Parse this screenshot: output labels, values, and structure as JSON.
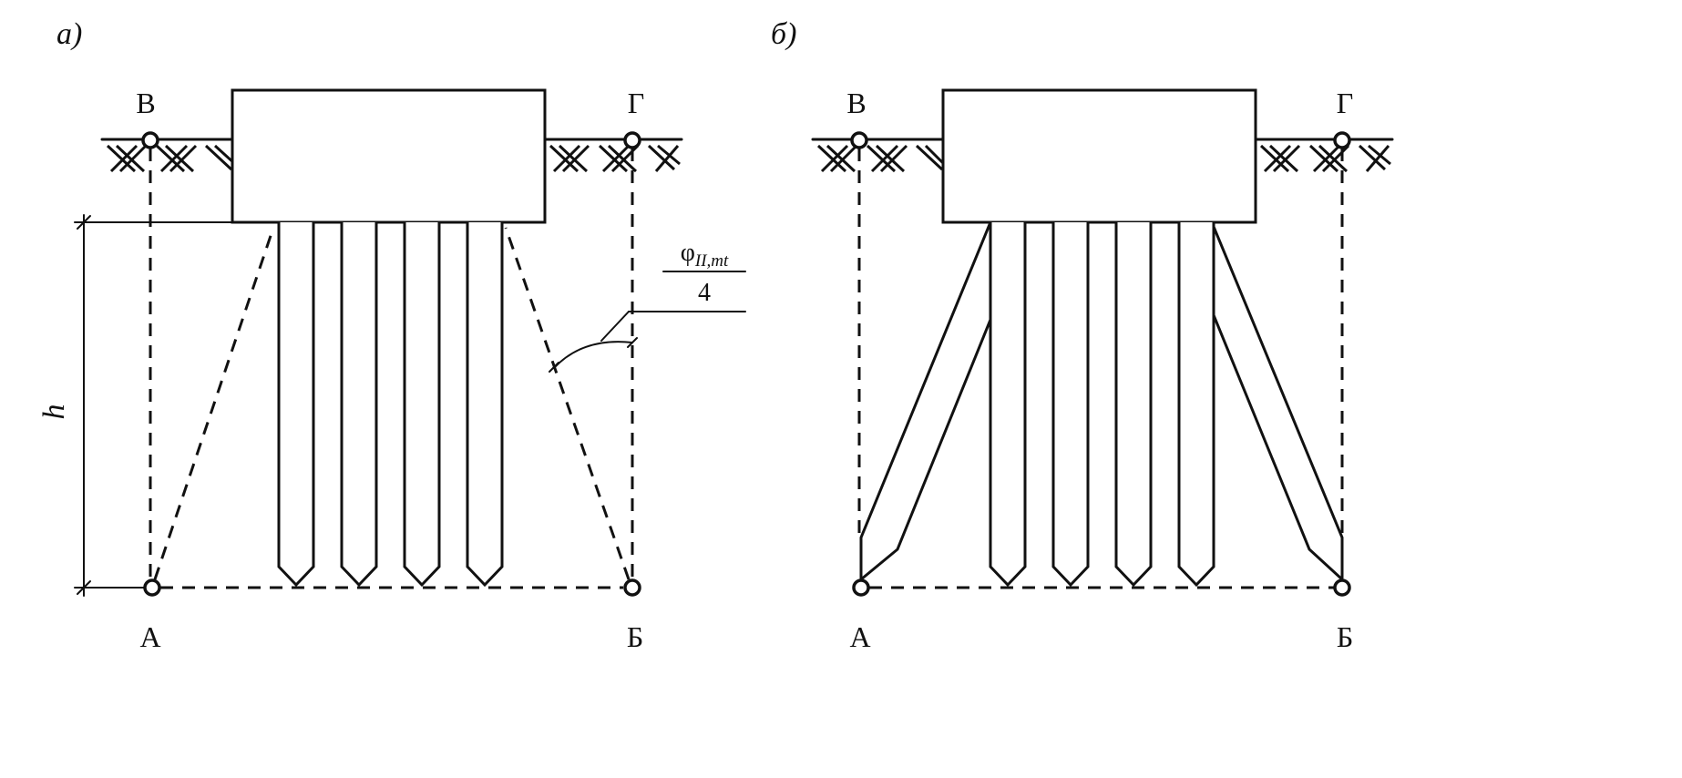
{
  "panels": {
    "a": {
      "label": "а)",
      "points": {
        "top_left": "В",
        "top_right": "Г",
        "bottom_left": "А",
        "bottom_right": "Б"
      },
      "dimension_label": "h",
      "angle_label": {
        "numerator": "φII,mt",
        "numerator_base": "φ",
        "numerator_sub": "II,mt",
        "denominator": "4"
      }
    },
    "b": {
      "label": "б)",
      "points": {
        "top_left": "В",
        "top_right": "Г",
        "bottom_left": "А",
        "bottom_right": "Б"
      }
    }
  }
}
